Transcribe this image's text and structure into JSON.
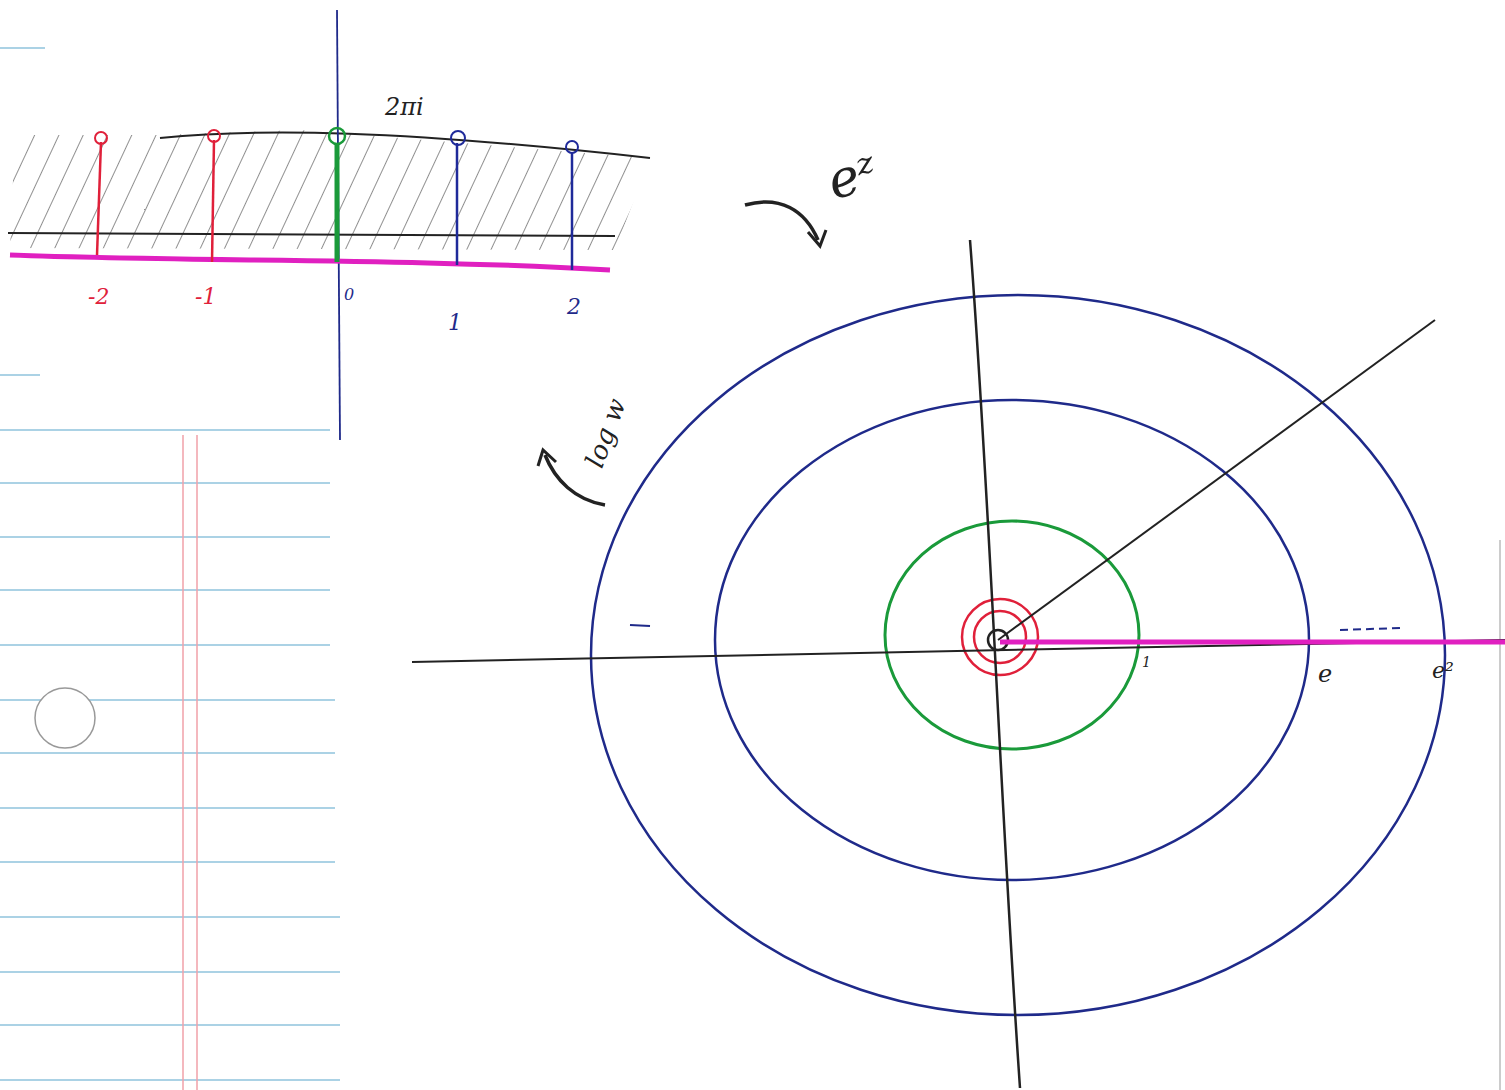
{
  "diagram": {
    "labels": [
      "2πi",
      "-2",
      "-1",
      "0",
      "1",
      "2",
      "eᶻ",
      "log w",
      "1",
      "e",
      "e²"
    ]
  }
}
